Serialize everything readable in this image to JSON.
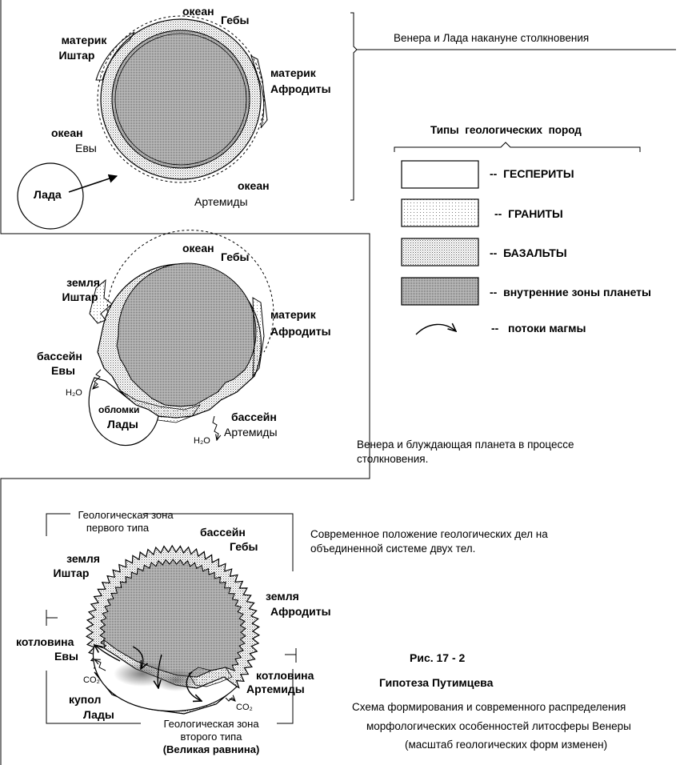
{
  "panels": {
    "p1": {
      "caption": "Венера и Лада накануне столкновения",
      "ocean_gebe": [
        "океан",
        "Гебы"
      ],
      "ishtar": [
        "материк",
        "Иштар"
      ],
      "aphrodite": [
        "материк",
        "Афродиты"
      ],
      "ocean_eve": [
        "океан",
        "Евы"
      ],
      "ocean_artemis": [
        "океан",
        "Артемиды"
      ],
      "lada": "Лада"
    },
    "p2": {
      "caption": [
        "Венера и блуждающая планета в процессе",
        "столкновения."
      ],
      "ocean_gebe": [
        "океан",
        "Гебы"
      ],
      "ishtar": [
        "земля",
        "Иштар"
      ],
      "aphrodite": [
        "материк",
        "Афродиты"
      ],
      "basin_eve": [
        "бассейн",
        "Евы"
      ],
      "basin_artemis": [
        "бассейн",
        "Артемиды"
      ],
      "lada_fragments": [
        "обломки",
        "Лады"
      ],
      "h2o_1": "H₂O",
      "h2o_2": "H₂O"
    },
    "p3": {
      "caption": [
        "Современное положение геологических дел на",
        "объединенной системе двух тел."
      ],
      "zone1": [
        "Геологическая зона",
        "первого типа"
      ],
      "basin_gebe": [
        "бассейн",
        "Гебы"
      ],
      "ishtar": [
        "земля",
        "Иштар"
      ],
      "aphrodite": [
        "земля",
        "Афродиты"
      ],
      "kotl_eve": [
        "котловина",
        "Евы"
      ],
      "kotl_artemis": [
        "котловина",
        "Артемиды"
      ],
      "dome_lada": [
        "купол",
        "Лады"
      ],
      "co2_1": "CO₂",
      "co2_2": "CO₂",
      "zone2": [
        "Геологическая зона",
        "второго типа"
      ],
      "great_plain": "(Великая равнина)"
    }
  },
  "legend": {
    "title": "Типы  геологических  пород",
    "items": [
      {
        "label": "--  ГЕСПЕРИТЫ",
        "pattern": "none"
      },
      {
        "label": "--  ГРАНИТЫ",
        "pattern": "sparse-dots"
      },
      {
        "label": "--  БАЗАЛЬТЫ",
        "pattern": "medium-dots"
      },
      {
        "label": "--  внутренние зоны планеты",
        "pattern": "dense-dots"
      },
      {
        "label": "--   потоки магмы",
        "pattern": "arrow"
      }
    ]
  },
  "figure": {
    "number": "Рис. 17 - 2",
    "title": "Гипотеза Путимцева",
    "description": [
      "Схема формирования и современного распределения",
      "морфологических особенностей литосферы Венеры",
      "(масштаб геологических форм изменен)"
    ]
  }
}
